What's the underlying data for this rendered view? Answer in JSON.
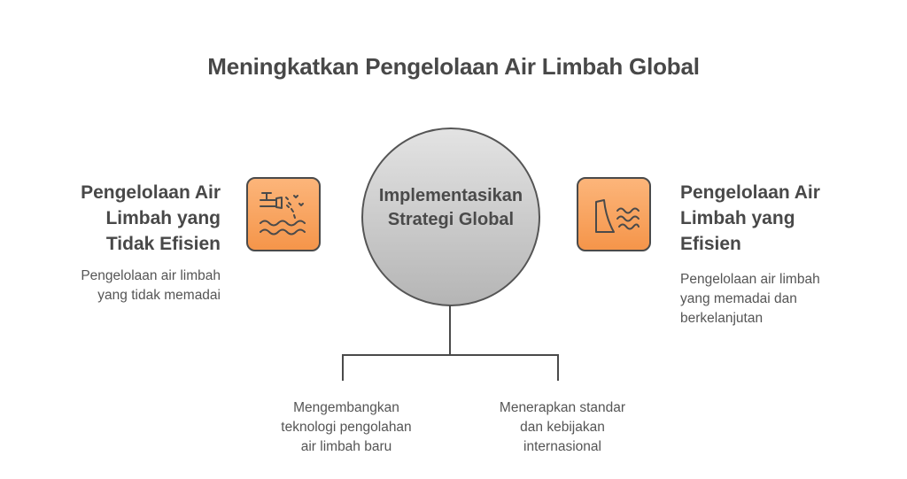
{
  "title": "Meningkatkan Pengelolaan Air Limbah Global",
  "left": {
    "title_lines": [
      "Pengelolaan Air",
      "Limbah yang",
      "Tidak Efisien"
    ],
    "desc_lines": [
      "Pengelolaan air limbah",
      "yang tidak memadai"
    ],
    "icon": "pipe-discharge-water-icon"
  },
  "right": {
    "title_lines": [
      "Pengelolaan Air",
      "Limbah yang",
      "Efisien"
    ],
    "desc_lines": [
      "Pengelolaan air limbah",
      "yang memadai dan",
      "berkelanjutan"
    ],
    "icon": "dam-water-icon"
  },
  "center": {
    "label_lines": [
      "Implementasikan",
      "Strategi Global"
    ]
  },
  "branches": [
    {
      "lines": [
        "Mengembangkan",
        "teknologi pengolahan",
        "air limbah baru"
      ]
    },
    {
      "lines": [
        "Menerapkan standar",
        "dan kebijakan",
        "internasional"
      ]
    }
  ],
  "colors": {
    "icon_fill_top": "#fcb57a",
    "icon_fill_bottom": "#f5954a",
    "circle_top": "#e3e3e3",
    "circle_bottom": "#b5b5b5",
    "stroke": "#4a4a4a"
  }
}
